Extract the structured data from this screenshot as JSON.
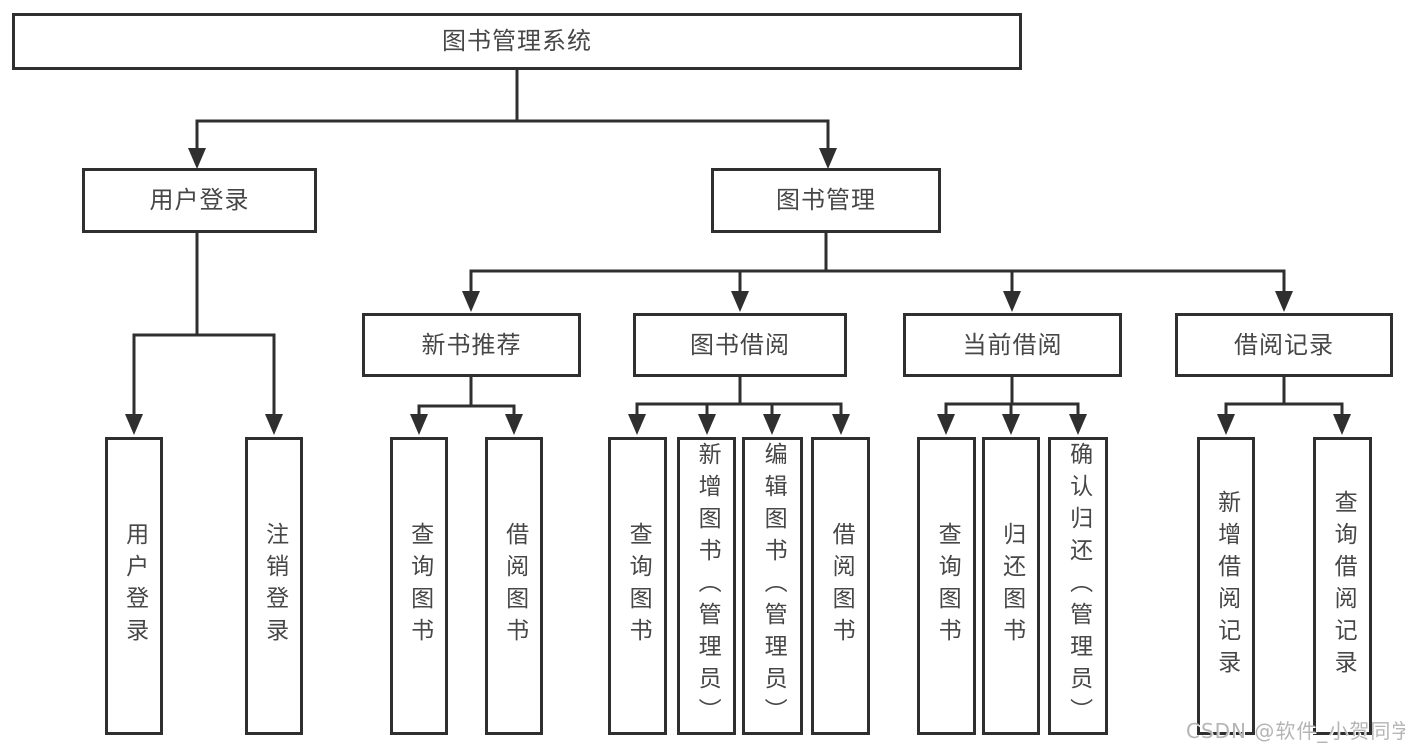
{
  "tree": {
    "root": {
      "label": "图书管理系统"
    },
    "branches": [
      {
        "id": "user-login-branch",
        "label": "用户登录"
      },
      {
        "id": "book-management",
        "label": "图书管理"
      }
    ],
    "modules": [
      {
        "id": "new-book-recommend",
        "label": "新书推荐"
      },
      {
        "id": "book-borrow",
        "label": "图书借阅"
      },
      {
        "id": "current-borrow",
        "label": "当前借阅"
      },
      {
        "id": "borrow-records",
        "label": "借阅记录"
      }
    ],
    "leaves": [
      {
        "id": "user-login",
        "label": "用户登录",
        "parent": "用户登录"
      },
      {
        "id": "logout",
        "label": "注销登录",
        "parent": "用户登录"
      },
      {
        "id": "query-books-recommend",
        "label": "查询图书",
        "parent": "新书推荐"
      },
      {
        "id": "borrow-books-recommend",
        "label": "借阅图书",
        "parent": "新书推荐"
      },
      {
        "id": "query-books-borrow",
        "label": "查询图书",
        "parent": "图书借阅"
      },
      {
        "id": "add-book-admin",
        "label": "新增图书（管理员）",
        "parent": "图书借阅"
      },
      {
        "id": "edit-book-admin",
        "label": "编辑图书（管理员）",
        "parent": "图书借阅"
      },
      {
        "id": "borrow-books-borrow",
        "label": "借阅图书",
        "parent": "图书借阅"
      },
      {
        "id": "query-books-current",
        "label": "查询图书",
        "parent": "当前借阅"
      },
      {
        "id": "return-book",
        "label": "归还图书",
        "parent": "当前借阅"
      },
      {
        "id": "confirm-return-admin",
        "label": "确认归还（管理员）",
        "parent": "当前借阅"
      },
      {
        "id": "add-borrow-record",
        "label": "新增借阅记录",
        "parent": "借阅记录"
      },
      {
        "id": "query-borrow-record",
        "label": "查询借阅记录",
        "parent": "借阅记录"
      }
    ]
  },
  "watermark": {
    "text": "CSDN @软件_小贺同学"
  },
  "colors": {
    "line": "#2f2f2f",
    "box_border": "#2f2f2f",
    "text": "#474747",
    "watermark": "#b5b5b5",
    "background": "#ffffff"
  }
}
